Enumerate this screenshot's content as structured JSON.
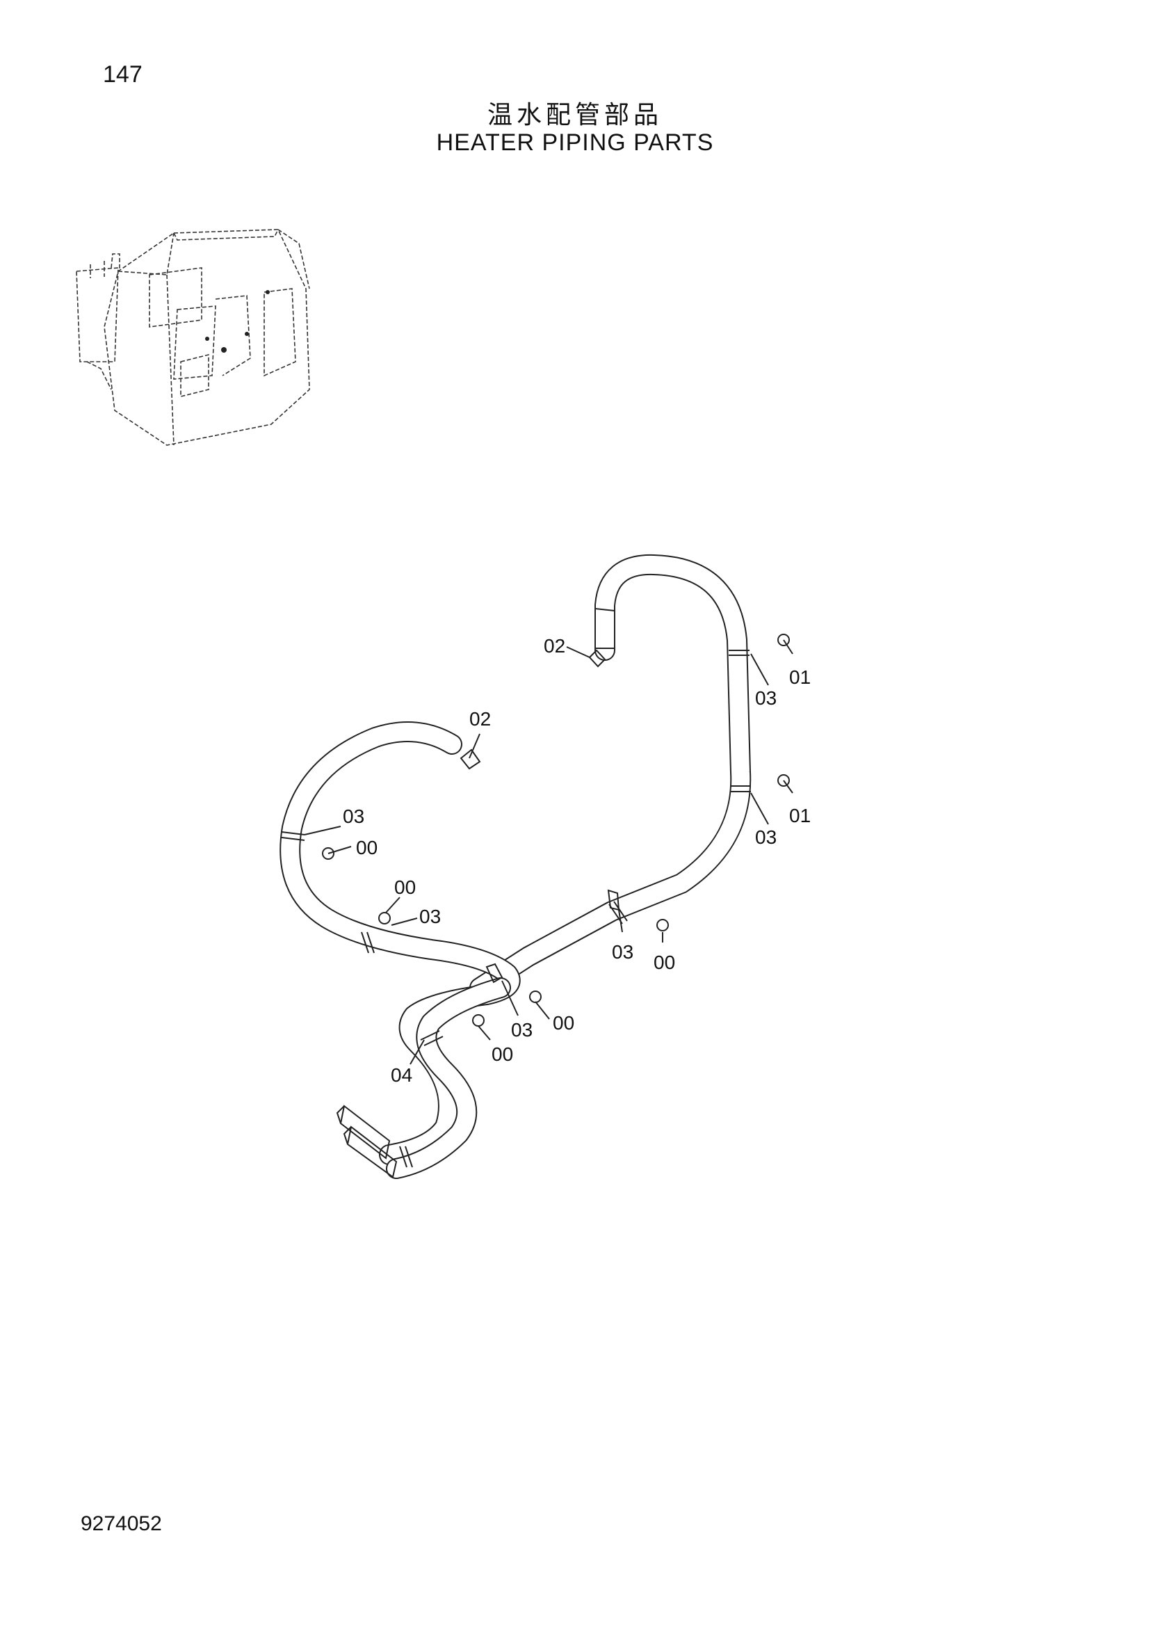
{
  "page_number": "147",
  "title_jp": "温水配管部品",
  "title_en": "HEATER PIPING PARTS",
  "drawing_number": "9274052",
  "callouts": [
    {
      "id": "c-02-top",
      "label": "02"
    },
    {
      "id": "c-01-top",
      "label": "01"
    },
    {
      "id": "c-03-top",
      "label": "03"
    },
    {
      "id": "c-02-left",
      "label": "02"
    },
    {
      "id": "c-01-mid",
      "label": "01"
    },
    {
      "id": "c-03-mid",
      "label": "03"
    },
    {
      "id": "c-03-left",
      "label": "03"
    },
    {
      "id": "c-00-left",
      "label": "00"
    },
    {
      "id": "c-00-center",
      "label": "00"
    },
    {
      "id": "c-03-center",
      "label": "03"
    },
    {
      "id": "c-03-right",
      "label": "03"
    },
    {
      "id": "c-00-right",
      "label": "00"
    },
    {
      "id": "c-00-lower",
      "label": "00"
    },
    {
      "id": "c-03-lower",
      "label": "03"
    },
    {
      "id": "c-00-bottom",
      "label": "00"
    },
    {
      "id": "c-04",
      "label": "04"
    }
  ]
}
